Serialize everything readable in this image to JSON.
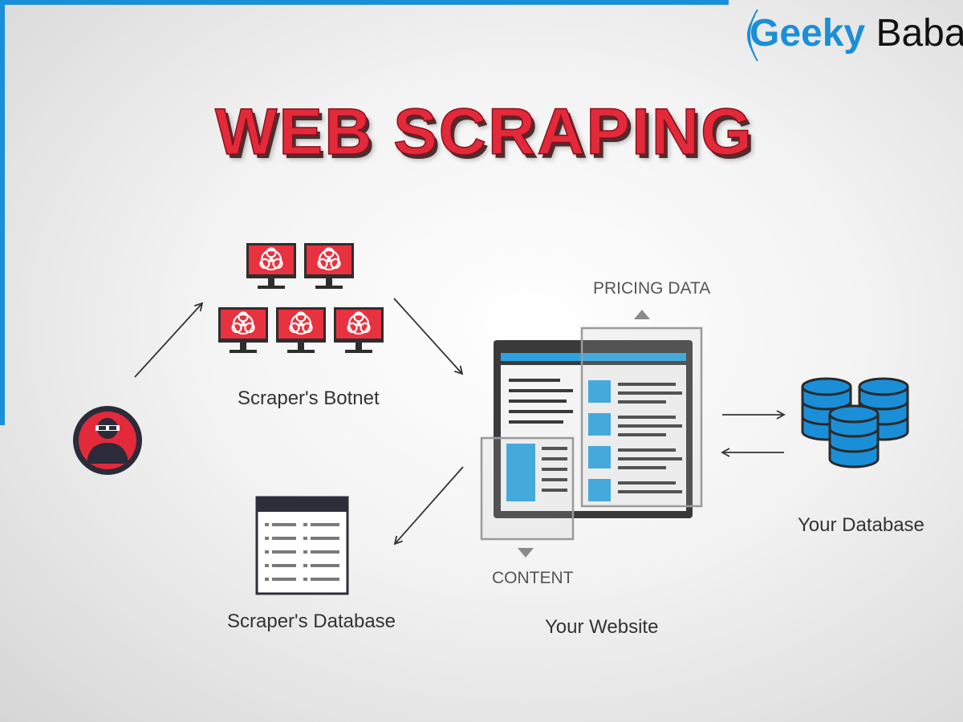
{
  "logo": {
    "word1": "Geeky",
    "word2": "Baba"
  },
  "title": "WEB SCRAPING",
  "labels": {
    "botnet": "Scraper's Botnet",
    "scraper_database": "Scraper's Database",
    "your_website": "Your Website",
    "your_database": "Your Database",
    "pricing_data": "PRICING DATA",
    "content": "CONTENT"
  },
  "colors": {
    "accent_blue": "#1a8fd8",
    "title_red": "#e22a3a",
    "monitor_red": "#e8323f",
    "dark": "#3a3a3a",
    "db_blue": "#1a8fd8"
  },
  "icons": [
    "hacker-avatar-icon",
    "biohazard-monitor-icon",
    "database-table-icon",
    "webpage-icon",
    "database-cylinder-icon",
    "arrow-icon"
  ]
}
